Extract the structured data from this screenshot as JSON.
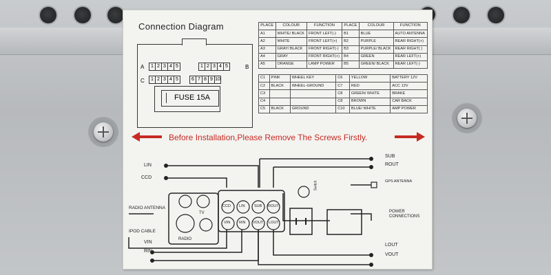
{
  "label": {
    "title": "Connection Diagram",
    "fuse": "FUSE 15A",
    "warning": "Before Installation,Please Remove The Screws Firstly.",
    "table_headers": [
      "PLACE",
      "COLOUR",
      "FUNCTION",
      "PLACE",
      "COLOUR",
      "FUNCTION"
    ],
    "rows_top": [
      [
        "A1",
        "WHITE/ BLACK",
        "FRONT LEFT(-)",
        "B1",
        "BLUE",
        "AUTO ANTENNA"
      ],
      [
        "A2",
        "WHITE",
        "FRONT LEFT(+)",
        "B2",
        "PURPLE",
        "REAR RIGHT(+)"
      ],
      [
        "A3",
        "GRAY/ BLACK",
        "FRONT RIGHT(-)",
        "B3",
        "PURPLE/ BLACK",
        "REAR RIGHT( )"
      ],
      [
        "A4",
        "GRAY",
        "FRONT RIGHT(+)",
        "B4",
        "GREEN",
        "REAR LEFT(+)"
      ],
      [
        "A5",
        "ORANGE",
        "LAMP POWER",
        "B5",
        "GREEN/ BLACK",
        "REAR LEFT(-)"
      ]
    ],
    "rows_bottom": [
      [
        "C1",
        "PINK",
        "WHEEL KEY",
        "C6",
        "YELLOW",
        "BATTERY  12V"
      ],
      [
        "C2",
        "BLACK",
        "WHEEL-GROUND",
        "C7",
        "RED",
        "ACC  12V"
      ],
      [
        "C3",
        "",
        "",
        "C8",
        "GREEN/ WHITE",
        "BRAKE"
      ],
      [
        "C4",
        "",
        "",
        "C8",
        "BROWN",
        "CAR BACK"
      ],
      [
        "C5",
        "BLACK",
        "GROUND",
        "C10",
        "BLUE/ WHITE",
        "AMP POWER"
      ]
    ],
    "connector_rows": {
      "row_a_label": "A",
      "row_b_label": "B",
      "row_c_label": "C",
      "row_a_pins": [
        "1",
        "2",
        "3",
        "4",
        "5"
      ],
      "row_b_pins": [
        "1",
        "2",
        "3",
        "4",
        "5"
      ],
      "row_c_pins": [
        "1",
        "2",
        "3",
        "4",
        "5",
        "6",
        "7",
        "8",
        "9",
        "10"
      ]
    },
    "wiring": {
      "left": [
        "LIN",
        "CCD",
        "RADIO ANTENNA",
        "IPOD CABLE",
        "VIN",
        "RIN"
      ],
      "right": [
        "SUB",
        "ROUT",
        "GPS ANTENNA",
        "POWER CONNECTIONS",
        "LOUT",
        "VOUT"
      ],
      "jacks_top": [
        "CCD",
        "LIN",
        "SUB",
        "ROUT"
      ],
      "jacks_bottom": [
        "VIN",
        "RIN",
        "VOUT",
        "LOUT"
      ],
      "radio_block": [
        "TV",
        "RADIO"
      ],
      "switch": "Switch"
    }
  }
}
